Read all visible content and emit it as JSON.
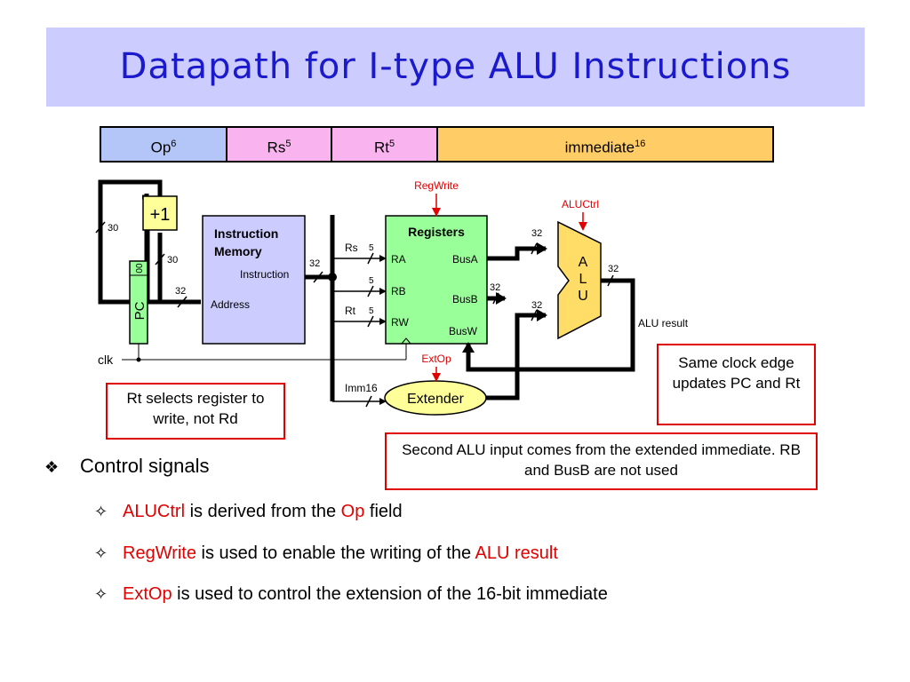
{
  "title": "Datapath for I-type ALU Instructions",
  "format": {
    "fields": [
      {
        "name": "Op",
        "bits": "6",
        "color": "#b3c6f7"
      },
      {
        "name": "Rs",
        "bits": "5",
        "color": "#f9b3ee"
      },
      {
        "name": "Rt",
        "bits": "5",
        "color": "#f9b3ee"
      },
      {
        "name": "immediate",
        "bits": "16",
        "color": "#ffcc66"
      }
    ]
  },
  "diagram": {
    "plus_one": "+1",
    "pc": "PC",
    "pc_bits": "00",
    "imem_title_1": "Instruction",
    "imem_title_2": "Memory",
    "imem_instruction": "Instruction",
    "imem_address": "Address",
    "registers": "Registers",
    "ra": "RA",
    "rb": "RB",
    "rw": "RW",
    "busa": "BusA",
    "busb": "BusB",
    "busw": "BusW",
    "regwrite": "RegWrite",
    "aluctrl": "ALUCtrl",
    "alu_a": "A",
    "alu_l": "L",
    "alu_u": "U",
    "alu_result": "ALU result",
    "extop": "ExtOp",
    "extender": "Extender",
    "clk": "clk",
    "rs_label": "Rs",
    "rt_label": "Rt",
    "imm16_label": "Imm16",
    "w30a": "30",
    "w30b": "30",
    "w32_pc": "32",
    "w32_instr": "32",
    "w5_rs": "5",
    "w5_rb": "5",
    "w5_rt": "5",
    "w32_busa": "32",
    "w32_busb": "32",
    "w32_aluin2": "32",
    "w32_out": "32",
    "colors": {
      "pc": "#99ff99",
      "plus_one": "#ffff99",
      "imem": "#ccccff",
      "registers": "#99ff99",
      "alu": "#ffdd66",
      "extender": "#ffff99",
      "signal": "#e00000"
    }
  },
  "notes": {
    "rt_note": "Rt selects register to write, not Rd",
    "clock_note": "Same clock edge updates PC and Rt",
    "alu_note": "Second ALU input comes from the extended immediate. RB and BusB are not used"
  },
  "bullets": {
    "main": "Control signals",
    "items": [
      {
        "pre": "",
        "red1": "ALUCtrl",
        "mid": " is derived from the ",
        "red2": "Op",
        "post": " field"
      },
      {
        "pre": "",
        "red1": "RegWrite",
        "mid": " is used to enable the writing of the ",
        "red2": "ALU result",
        "post": ""
      },
      {
        "pre": "",
        "red1": "ExtOp",
        "mid": " is used to control the extension of the 16-bit immediate",
        "red2": "",
        "post": ""
      }
    ]
  }
}
